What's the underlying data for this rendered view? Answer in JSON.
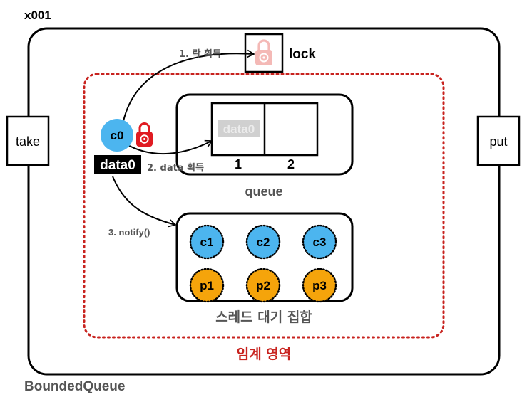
{
  "object_id": "x001",
  "class_name": "BoundedQueue",
  "lock": {
    "label": "lock"
  },
  "methods": {
    "take": "take",
    "put": "put"
  },
  "critical_section": {
    "label": "임계 영역",
    "color": "#c8231f"
  },
  "consumer": {
    "name": "c0",
    "held_data": "data0"
  },
  "steps": {
    "step1": "1. 락 획득",
    "step2": "2. data 획득",
    "step3": "3. notify()"
  },
  "queue": {
    "label": "queue",
    "slots": [
      {
        "index": "1",
        "content": "data0"
      },
      {
        "index": "2",
        "content": ""
      }
    ]
  },
  "wait_set": {
    "label": "스레드 대기 집합",
    "consumers": [
      "c1",
      "c2",
      "c3"
    ],
    "producers": [
      "p1",
      "p2",
      "p3"
    ]
  },
  "colors": {
    "consumer": "#4cb5ef",
    "producer": "#f5a40b",
    "lock_red": "#e01b22",
    "lock_faded": "#f4b9b6",
    "gray_text": "#555555"
  }
}
